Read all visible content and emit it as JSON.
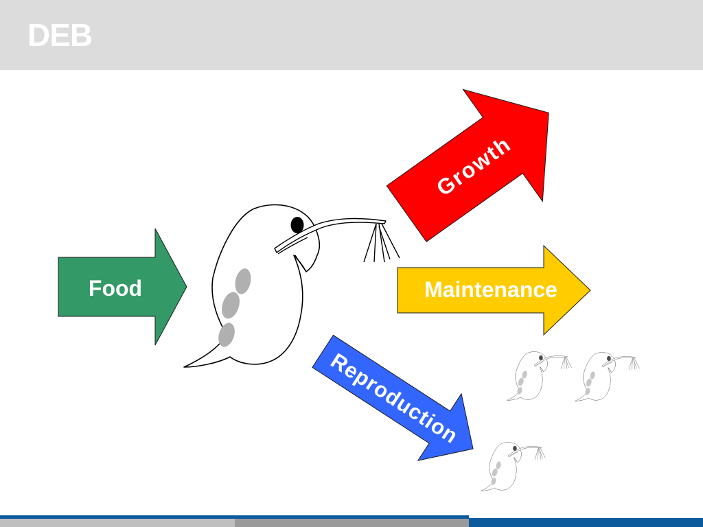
{
  "slide": {
    "title": "DEB"
  },
  "diagram": {
    "input": {
      "label": "Food",
      "color": "#339966"
    },
    "outputs": [
      {
        "label": "Growth",
        "color": "#ff0000"
      },
      {
        "label": "Maintenance",
        "color": "#ffcc00"
      },
      {
        "label": "Reproduction",
        "color": "#3366ff"
      }
    ],
    "organism": "daphnia-illustration",
    "offspring_count": 3
  },
  "footer": {
    "colors": {
      "primary": "#0a5a9c",
      "secondary": "#bfbfbf",
      "tertiary": "#9a9a9a"
    }
  }
}
